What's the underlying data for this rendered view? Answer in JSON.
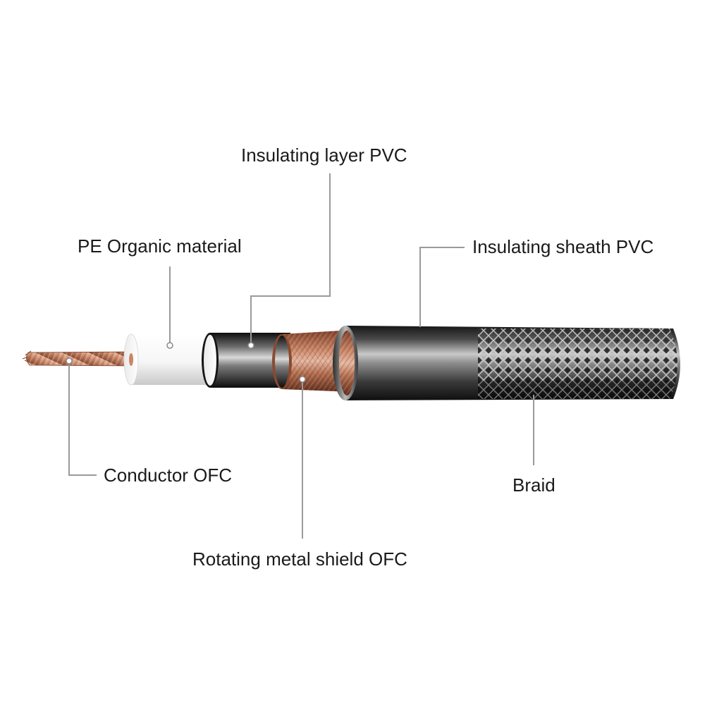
{
  "labels": {
    "insulating_layer": "Insulating layer PVC",
    "pe_organic": "PE Organic material",
    "insulating_sheath": "Insulating sheath PVC",
    "conductor": "Conductor OFC",
    "braid": "Braid",
    "rotating_shield": "Rotating metal shield OFC"
  },
  "colors": {
    "leader_line": "#9a9a9a",
    "conductor_copper": "#b8775a",
    "pe_insulation": "#ffffff",
    "insulating_layer": "#1c1c1c",
    "shield_copper": "#b06a4c",
    "sheath": "#262626",
    "braid": "#3a3a3a"
  }
}
